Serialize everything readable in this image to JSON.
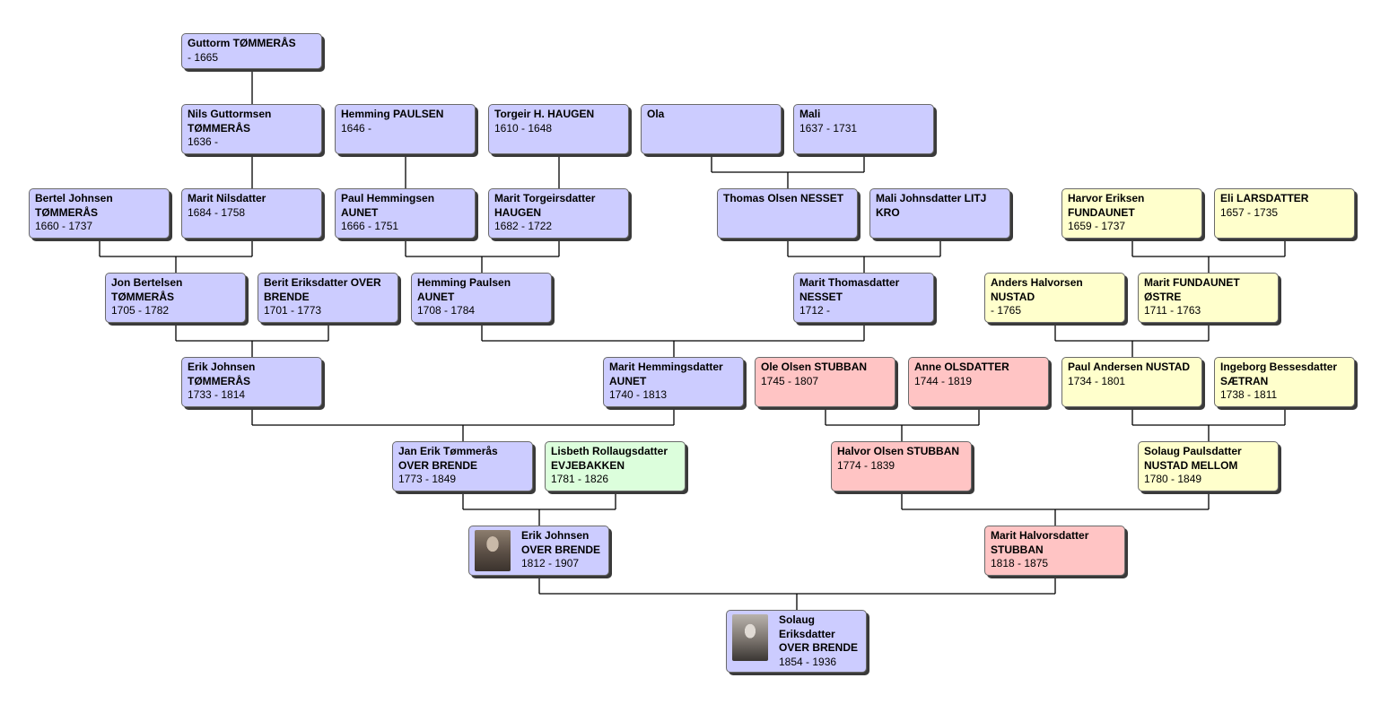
{
  "people": [
    {
      "id": "guttorm",
      "color": "blue",
      "lines": [
        "Guttorm TØMMERÅS"
      ],
      "dates": "- 1665"
    },
    {
      "id": "nils",
      "color": "blue",
      "lines": [
        "Nils Guttormsen",
        "TØMMERÅS"
      ],
      "dates": "1636 -"
    },
    {
      "id": "hemming_p",
      "color": "blue",
      "lines": [
        "Hemming PAULSEN"
      ],
      "dates": "1646 -"
    },
    {
      "id": "torgeir",
      "color": "blue",
      "lines": [
        "Torgeir H. HAUGEN"
      ],
      "dates": "1610 - 1648"
    },
    {
      "id": "ola",
      "color": "blue",
      "lines": [
        "Ola"
      ],
      "dates": ""
    },
    {
      "id": "mali",
      "color": "blue",
      "lines": [
        "Mali"
      ],
      "dates": "1637 - 1731"
    },
    {
      "id": "bertel",
      "color": "blue",
      "lines": [
        "Bertel Johnsen",
        "TØMMERÅS"
      ],
      "dates": "1660 - 1737"
    },
    {
      "id": "marit_n",
      "color": "blue",
      "lines": [
        "Marit Nilsdatter"
      ],
      "dates": "1684 - 1758"
    },
    {
      "id": "paul_h",
      "color": "blue",
      "lines": [
        "Paul Hemmingsen",
        "AUNET"
      ],
      "dates": "1666 - 1751"
    },
    {
      "id": "marit_t",
      "color": "blue",
      "lines": [
        "Marit Torgeirsdatter",
        "HAUGEN"
      ],
      "dates": "1682 - 1722"
    },
    {
      "id": "thomas",
      "color": "blue",
      "lines": [
        "Thomas Olsen NESSET"
      ],
      "dates": ""
    },
    {
      "id": "mali_j",
      "color": "blue",
      "lines": [
        "Mali Johnsdatter LITJ",
        "KRO"
      ],
      "dates": ""
    },
    {
      "id": "harvor",
      "color": "yellow",
      "lines": [
        "Harvor Eriksen",
        "FUNDAUNET"
      ],
      "dates": "1659 - 1737"
    },
    {
      "id": "eli",
      "color": "yellow",
      "lines": [
        "Eli LARSDATTER"
      ],
      "dates": "1657 - 1735"
    },
    {
      "id": "jon",
      "color": "blue",
      "lines": [
        "Jon Bertelsen",
        "TØMMERÅS"
      ],
      "dates": "1705 - 1782"
    },
    {
      "id": "berit",
      "color": "blue",
      "lines": [
        "Berit Eriksdatter OVER",
        "BRENDE"
      ],
      "dates": "1701 - 1773"
    },
    {
      "id": "hemming_a",
      "color": "blue",
      "lines": [
        "Hemming Paulsen",
        "AUNET"
      ],
      "dates": "1708 - 1784"
    },
    {
      "id": "marit_th",
      "color": "blue",
      "lines": [
        "Marit Thomasdatter",
        "NESSET"
      ],
      "dates": "1712 -"
    },
    {
      "id": "anders",
      "color": "yellow",
      "lines": [
        "Anders Halvorsen",
        "NUSTAD"
      ],
      "dates": "- 1765"
    },
    {
      "id": "marit_f",
      "color": "yellow",
      "lines": [
        "Marit FUNDAUNET",
        "ØSTRE"
      ],
      "dates": "1711 - 1763"
    },
    {
      "id": "erik_t",
      "color": "blue",
      "lines": [
        "Erik Johnsen",
        "TØMMERÅS"
      ],
      "dates": "1733 - 1814"
    },
    {
      "id": "marit_h",
      "color": "blue",
      "lines": [
        "Marit Hemmingsdatter",
        "AUNET"
      ],
      "dates": "1740 - 1813"
    },
    {
      "id": "ole",
      "color": "pink",
      "lines": [
        "Ole Olsen STUBBAN"
      ],
      "dates": "1745 - 1807"
    },
    {
      "id": "anne",
      "color": "pink",
      "lines": [
        "Anne OLSDATTER"
      ],
      "dates": "1744 - 1819"
    },
    {
      "id": "paul_n",
      "color": "yellow",
      "lines": [
        "Paul Andersen NUSTAD"
      ],
      "dates": "1734 - 1801"
    },
    {
      "id": "ingeborg",
      "color": "yellow",
      "lines": [
        "Ingeborg Bessesdatter",
        "SÆTRAN"
      ],
      "dates": "1738 - 1811"
    },
    {
      "id": "jan",
      "color": "blue",
      "lines": [
        "Jan Erik Tømmerås",
        "OVER BRENDE"
      ],
      "dates": "1773 - 1849"
    },
    {
      "id": "lisbeth",
      "color": "green",
      "lines": [
        "Lisbeth Rollaugsdatter",
        "EVJEBAKKEN"
      ],
      "dates": "1781 - 1826"
    },
    {
      "id": "halvor",
      "color": "pink",
      "lines": [
        "Halvor Olsen STUBBAN"
      ],
      "dates": "1774 - 1839"
    },
    {
      "id": "solaug_p",
      "color": "yellow",
      "lines": [
        "Solaug Paulsdatter",
        "NUSTAD MELLOM"
      ],
      "dates": "1780 - 1849"
    },
    {
      "id": "erik_o",
      "color": "blue",
      "lines": [
        "Erik Johnsen",
        "OVER BRENDE"
      ],
      "dates": "1812 - 1907",
      "photo": "portrait-photo"
    },
    {
      "id": "marit_s",
      "color": "pink",
      "lines": [
        "Marit Halvorsdatter",
        "STUBBAN"
      ],
      "dates": "1818 - 1875"
    },
    {
      "id": "solaug_e",
      "color": "blue",
      "lines": [
        "Solaug",
        "Eriksdatter",
        "OVER BRENDE"
      ],
      "dates": "1854 - 1936",
      "photo": "portrait-photo"
    }
  ],
  "unions": [
    {
      "parents": [
        "guttorm"
      ],
      "child": "nils"
    },
    {
      "parents": [
        "hemming_p"
      ],
      "child": "paul_h"
    },
    {
      "parents": [
        "torgeir"
      ],
      "child": "marit_t"
    },
    {
      "parents": [
        "ola",
        "mali"
      ],
      "child": "thomas"
    },
    {
      "parents": [
        "nils"
      ],
      "child": "marit_n"
    },
    {
      "parents": [
        "bertel",
        "marit_n"
      ],
      "child": "jon"
    },
    {
      "parents": [
        "paul_h",
        "marit_t"
      ],
      "child": "hemming_a"
    },
    {
      "parents": [
        "thomas",
        "mali_j"
      ],
      "child": "marit_th"
    },
    {
      "parents": [
        "harvor",
        "eli"
      ],
      "child": "marit_f"
    },
    {
      "parents": [
        "jon",
        "berit"
      ],
      "child": "erik_t"
    },
    {
      "parents": [
        "hemming_a",
        "marit_th"
      ],
      "child": "marit_h"
    },
    {
      "parents": [
        "anders",
        "marit_f"
      ],
      "child": "paul_n"
    },
    {
      "parents": [
        "erik_t",
        "marit_h"
      ],
      "child": "jan"
    },
    {
      "parents": [
        "ole",
        "anne"
      ],
      "child": "halvor"
    },
    {
      "parents": [
        "paul_n",
        "ingeborg"
      ],
      "child": "solaug_p"
    },
    {
      "parents": [
        "jan",
        "lisbeth"
      ],
      "child": "erik_o"
    },
    {
      "parents": [
        "halvor",
        "solaug_p"
      ],
      "child": "marit_s"
    },
    {
      "parents": [
        "erik_o",
        "marit_s"
      ],
      "child": "solaug_e"
    }
  ],
  "colors": {
    "blue": "#ccccff",
    "yellow": "#ffffcc",
    "pink": "#ffc4c4",
    "green": "#dcfedc",
    "line": "#000000"
  }
}
